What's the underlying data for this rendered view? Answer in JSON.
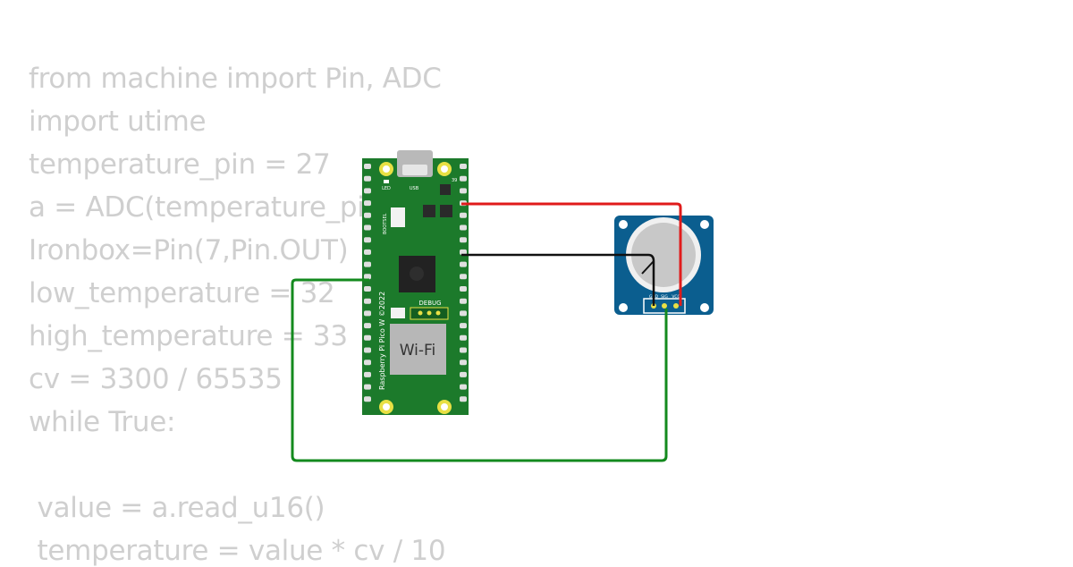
{
  "code": {
    "lines": [
      "from machine import Pin, ADC",
      "import utime",
      "temperature_pin = 27",
      "a = ADC(temperature_pin)",
      "Ironbox=Pin(7,Pin.OUT)",
      "low_temperature = 32",
      "high_temperature = 33",
      "cv = 3300 / 65535",
      "while True:",
      "",
      " value = a.read_u16()",
      " temperature = value * cv / 10"
    ]
  },
  "pico": {
    "led_label": "LED",
    "usb_label": "USB",
    "bootsel_label": "BOOTSEL",
    "debug_label": "DEBUG",
    "wifi_label": "Wi-Fi",
    "board_name": "Raspberry Pi Pico W ©2022",
    "corner_label": "39"
  },
  "sensor": {
    "pin_gnd": "GND",
    "pin_sig": "SIG",
    "pin_vcc": "VCC"
  },
  "colors": {
    "code_text": "#cfcfcf",
    "pcb_green": "#1c7a2b",
    "wire_red": "#e01b1b",
    "wire_black": "#111111",
    "wire_green": "#138a1e",
    "sensor_blue": "#0b5e8f"
  }
}
